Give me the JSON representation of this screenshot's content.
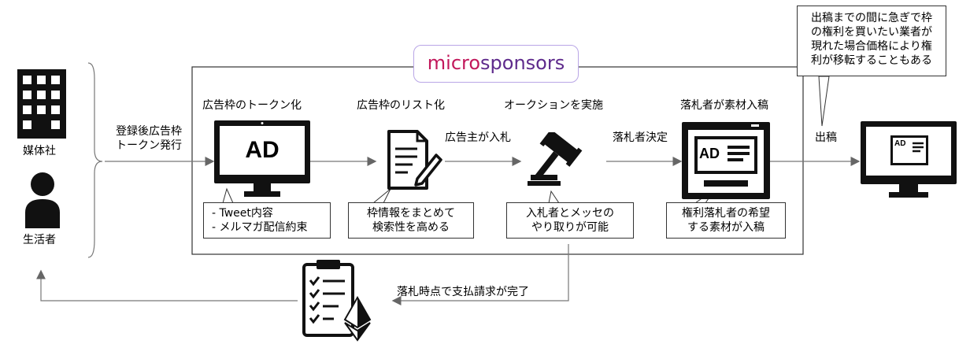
{
  "logo": {
    "prefix": "micro",
    "suffix": "sponsors",
    "prefix_color": "#c2185b",
    "suffix_color": "#5e2a8c"
  },
  "actors": {
    "media": "媒体社",
    "consumer": "生活者"
  },
  "register": {
    "line1": "登録後広告枠",
    "line2": "トークン発行"
  },
  "steps": [
    {
      "title": "広告枠のトークン化",
      "note_lines": [
        "- Tweet内容",
        "- メルマガ配信約束"
      ]
    },
    {
      "title": "広告枠のリスト化",
      "note_lines": [
        "枠情報をまとめて",
        "検索性を高める"
      ]
    },
    {
      "title": "オークションを実施",
      "note_lines": [
        "入札者とメッセの",
        "やり取りが可能"
      ]
    },
    {
      "title": "落札者が素材入稿",
      "note_lines": [
        "権利落札者の希望",
        "する素材が入稿"
      ]
    }
  ],
  "arrows": {
    "advertiser_bid": "広告主が入札",
    "winner_decided": "落札者決定",
    "publish": "出稿"
  },
  "ad_label": "AD",
  "callout_lines": [
    "出稿までの間に急ぎで枠",
    "の権利を買いたい業者が",
    "現れた場合価格により権",
    "利が移転することもある"
  ],
  "payment": "落札時点で支払請求が完了"
}
